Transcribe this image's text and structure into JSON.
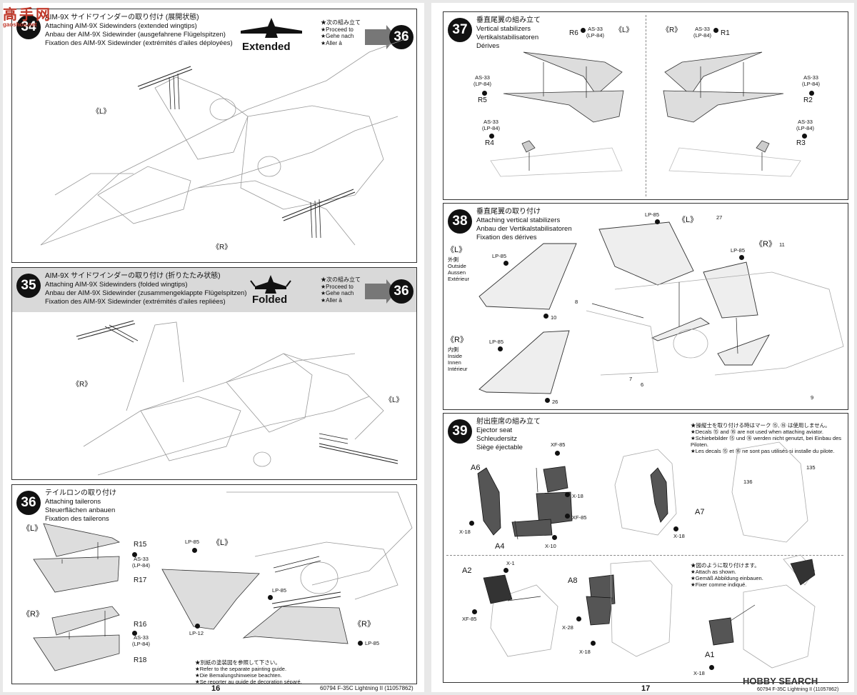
{
  "watermark": {
    "brand_top": "高手网",
    "brand_bottom": "gaoshou.net"
  },
  "hobby_search": "HOBBY SEARCH",
  "left_page": {
    "step34": {
      "number": "34",
      "title_ja": "AIM-9X サイドワインダーの取り付け (展開状態)",
      "title_en": "Attaching AIM-9X Sidewinders (extended wingtips)",
      "title_de": "Anbau der AIM-9X Sidewinder (ausgefahrene Flügelspitzen)",
      "title_fr": "Fixation des AIM-9X Sidewinder (extrémités d'ailes déployées)",
      "mode": "Extended",
      "proceed": [
        "★次の組み立て",
        "★Proceed to",
        "★Gehe nach",
        "★Aller à"
      ],
      "next": "36",
      "label_l": "《L》",
      "label_r": "《R》"
    },
    "step35": {
      "number": "35",
      "title_ja": "AIM-9X サイドワインダーの取り付け (折りたたみ状態)",
      "title_en": "Attaching AIM-9X Sidewinders (folded wingtips)",
      "title_de": "Anbau der AIM-9X Sidewinder (zusammengeklappte Flügelspitzen)",
      "title_fr": "Fixation des AIM-9X Sidewinder (extrémités d'ailes repliées)",
      "mode": "Folded",
      "proceed": [
        "★次の組み立て",
        "★Proceed to",
        "★Gehe nach",
        "★Aller à"
      ],
      "next": "36",
      "label_l": "《L》",
      "label_r": "《R》"
    },
    "step36": {
      "number": "36",
      "title_ja": "テイルロンの取り付け",
      "title_en": "Attaching tailerons",
      "title_de": "Steuerflächen anbauen",
      "title_fr": "Fixation des tailerons",
      "left_label": "《L》",
      "right_label": "《R》",
      "parts": {
        "r15": "R15",
        "r16": "R16",
        "r17": "R17",
        "r18": "R18"
      },
      "paint": "AS-33\n(LP-84)",
      "lp85": "LP-85",
      "lp12": "LP-12",
      "notes": [
        "★別紙の塗装図を参照して下さい。",
        "★Refer to the separate painting guide.",
        "★Die Bemalungshinweise beachten.",
        "★Se reporter au guide de decoration séparé."
      ]
    },
    "page_number": "16",
    "footer": "60794 F-35C Lightning II (11057862)"
  },
  "right_page": {
    "step37": {
      "number": "37",
      "title_ja": "垂直尾翼の組み立て",
      "title_en": "Vertical stabilizers",
      "title_de": "Vertikalstabilisatoren",
      "title_fr": "Dérives",
      "label_l": "《L》",
      "label_r": "《R》",
      "paint": "AS-33\n(LP-84)",
      "parts": {
        "r1": "R1",
        "r2": "R2",
        "r3": "R3",
        "r4": "R4",
        "r5": "R5",
        "r6": "R6"
      }
    },
    "step38": {
      "number": "38",
      "title_ja": "垂直尾翼の取り付け",
      "title_en": "Attaching vertical stabilizers",
      "title_de": "Anbau der Vertikalstabilisatoren",
      "title_fr": "Fixation des dérives",
      "left_block": {
        "label": "《L》",
        "side": [
          "外側",
          "Outside",
          "Aussen",
          "Extérieur"
        ],
        "paint": "LP-85",
        "part": "10"
      },
      "right_block": {
        "label": "《R》",
        "side": [
          "内側",
          "Inside",
          "Innen",
          "Intérieur"
        ],
        "paint": "LP-85",
        "part": "26"
      },
      "main_labels": {
        "l": "《L》",
        "r": "《R》",
        "lp85a": "LP-85",
        "lp85b": "LP-85",
        "p27": "27",
        "p11": "11",
        "p8": "8",
        "p7": "7",
        "p6": "6",
        "p9": "9"
      }
    },
    "step39": {
      "number": "39",
      "title_ja": "射出座席の組み立て",
      "title_en": "Ejector seat",
      "title_de": "Schleudersitz",
      "title_fr": "Siège éjectable",
      "decal_note": [
        "★操縦士を取り付ける時はマーク ⑮, ⑯ は使用しません。",
        "★Decals ⑮ and ⑯ are not used when attaching aviator.",
        "★Schiebebilder ⑮ und ⑯ werden nicht genutzt, bei Einbau des",
        "Piloten.",
        "★Les decals ⑮ et ⑯ ne sont pas utilisés si installe du pilote."
      ],
      "attach_note": [
        "★図のように取り付けます。",
        "★Attach as shown.",
        "★Gemäß Abbildung einbauen.",
        "★Fixer comme indiqué."
      ],
      "parts": {
        "a6": "A6",
        "a4": "A4",
        "a7": "A7",
        "a2": "A2",
        "a8": "A8",
        "a1": "A1",
        "xf85a": "XF-85",
        "xf85b": "XF-85",
        "xf85c": "XF-85",
        "x18a": "X-18",
        "x18b": "X-18",
        "x18c": "X-18",
        "x18d": "X-18",
        "x18e": "X-18",
        "x10": "X-10",
        "x1": "X-1",
        "x28": "X-28",
        "d135": "135",
        "d136": "136"
      }
    },
    "page_number": "17",
    "footer": "60794 F-35C Lightning II (11057862)"
  }
}
